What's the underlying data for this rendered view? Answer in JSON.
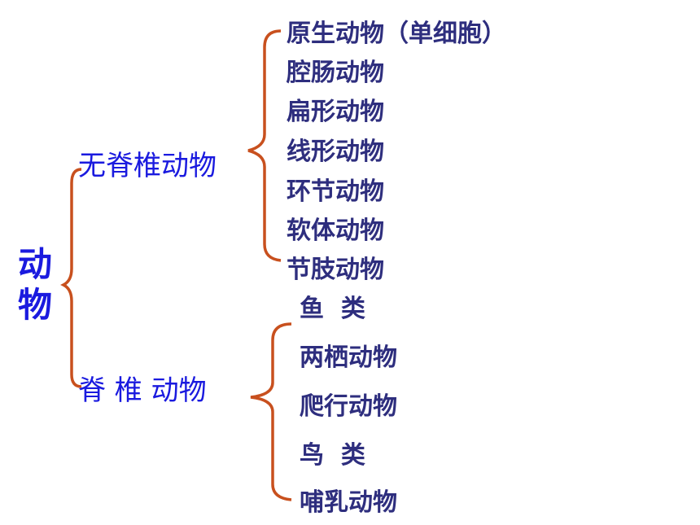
{
  "root": {
    "char1": "动",
    "char2": "物"
  },
  "invertebrates": {
    "label": "无脊椎动物",
    "items": [
      "原生动物（单细胞）",
      "腔肠动物",
      "扁形动物",
      "线形动物",
      "环节动物",
      "软体动物",
      "节肢动物"
    ]
  },
  "vertebrates": {
    "label": "脊 椎 动物",
    "items": [
      "鱼  类",
      "两栖动物",
      "爬行动物",
      "鸟  类",
      "哺乳动物"
    ]
  },
  "colors": {
    "bracket": "#c8501e",
    "branch_text": "#1a1adf",
    "leaf_text": "#2e2e7e"
  }
}
